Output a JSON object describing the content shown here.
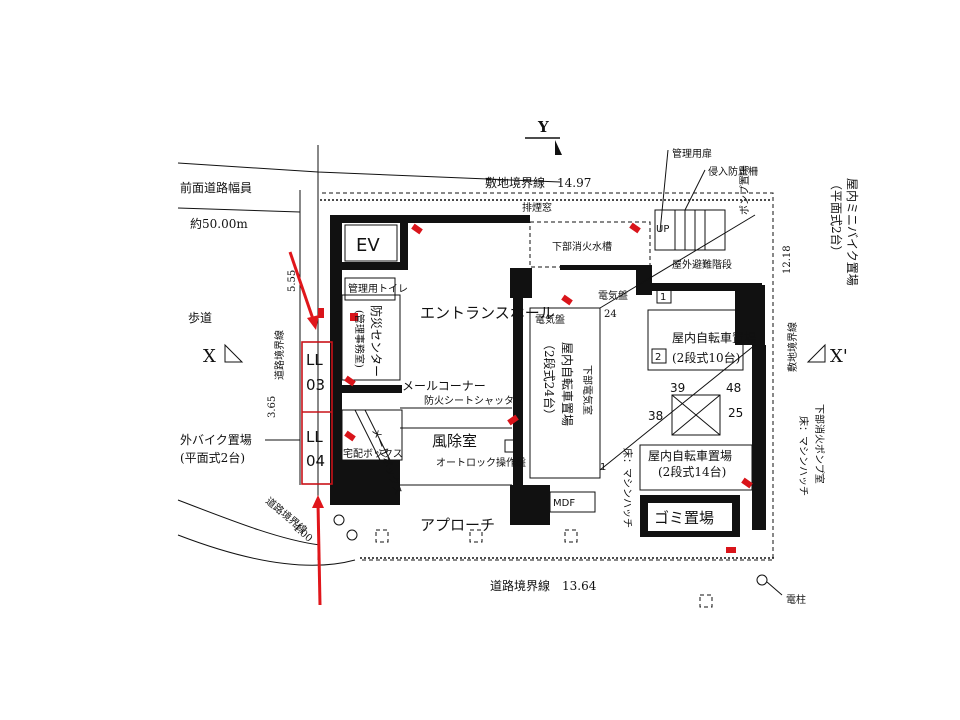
{
  "axes": {
    "y": "Y",
    "x": "X",
    "x_prime": "X'"
  },
  "labels": {
    "front_road_width": "前面道路幅員",
    "road_width_value": "約50.00m",
    "sidewalk": "歩道",
    "site_boundary_top": "敷地境界線　14.97",
    "road_boundary_left": "道路境界線",
    "road_boundary_left_dim": "5.55",
    "dim_365": "3.65",
    "road_boundary_bottom_left": "道路境界線",
    "dim_400": "4.00",
    "road_boundary_bottom": "道路境界線　13.64",
    "site_boundary_right": "敷地境界線",
    "dim_1218": "12.18",
    "smoke_window": "排煙窓",
    "management_door": "管理用扉",
    "intrusion_fence": "侵入防止柵",
    "up": "UP",
    "pump_room": "ポンプ置場",
    "lower_fire_tank": "下部消火水槽",
    "outdoor_stairs": "屋外避難階段",
    "indoor_mini_bike": "屋内ミニバイク置場",
    "mini_bike_capacity": "（平面式2台）",
    "ev": "EV",
    "mgmt_toilet": "管理用トイレ",
    "disaster_center": "防災センター",
    "disaster_center_sub": "(管理事務室)",
    "entrance_hall": "エントランスホール",
    "electric_room_1": "電気盤",
    "electric_room_2": "電気盤",
    "dim_24": "24",
    "indoor_bike_parking_24": "屋内自転車置場",
    "bike_24_capacity": "（2段式24台）",
    "lower_electric_room": "下部電気室",
    "box_1": "1",
    "box_2": "2",
    "indoor_bike_10": "屋内自転車置場",
    "bike_10_capacity": "(2段式10台)",
    "n39": "39",
    "n48": "48",
    "n38": "38",
    "n25": "25",
    "n1": "1",
    "mail_corner": "メールコーナー",
    "fire_shutter": "防火シートシャッター",
    "mailbox": "メールボックス",
    "delivery_box": "宅配ボックス",
    "windbreak_room": "風除室",
    "autolock": "オートロック操作盤",
    "floor_hatch_1": "床：マシンハッチ",
    "indoor_bike_14": "屋内自転車置場",
    "bike_14_capacity": "(2段式14台)",
    "lower_fire_pump": "下部消火ポンプ室",
    "floor_hatch_2": "床：マシンハッチ",
    "mdf": "MDF",
    "garbage": "ゴミ置場",
    "approach": "アプローチ",
    "outdoor_bike": "外バイク置場",
    "outdoor_bike_capacity": "(平面式2台)",
    "ll03_a": "LL",
    "ll03_b": "03",
    "ll04_a": "LL",
    "ll04_b": "04",
    "utility_pole": "電柱"
  },
  "colors": {
    "wall": "#111111",
    "highlight": "#e0161b",
    "background": "#ffffff"
  }
}
